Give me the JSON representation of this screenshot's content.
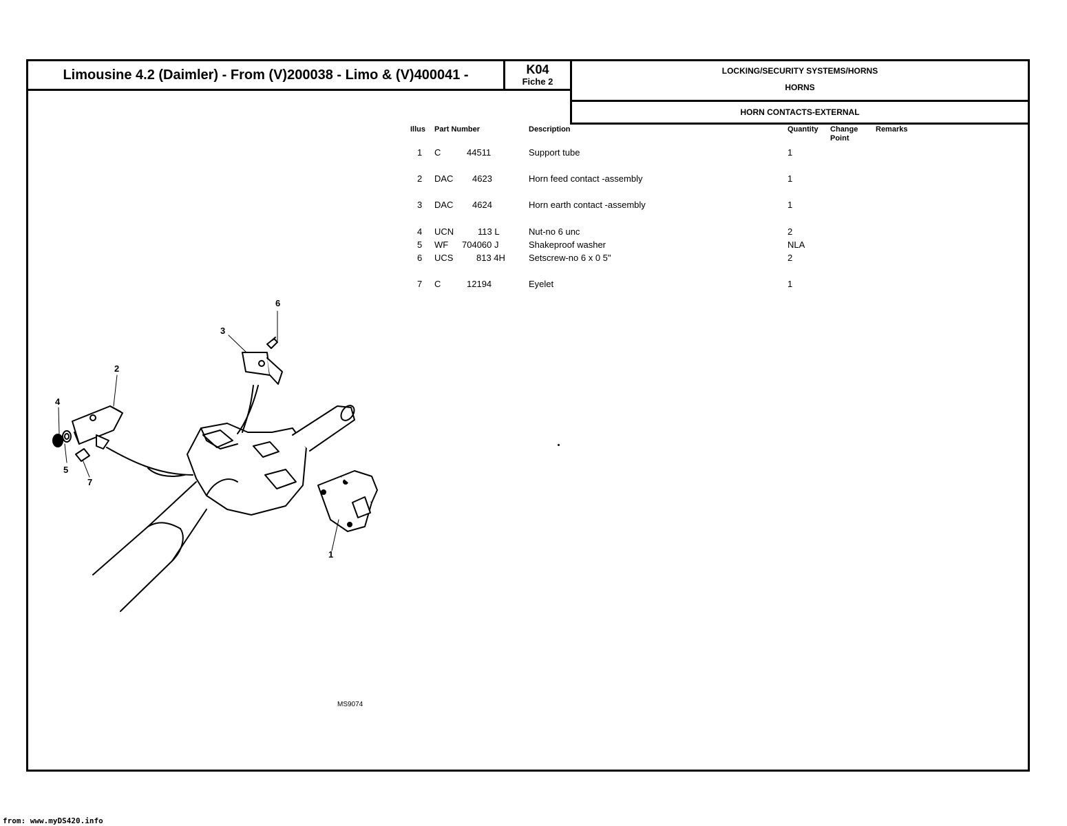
{
  "header": {
    "title": "Limousine 4.2 (Daimler) - From (V)200038 - Limo & (V)400041 -",
    "code": "K04",
    "fiche": "Fiche 2",
    "section": "LOCKING/SECURITY SYSTEMS/HORNS",
    "subsection": "HORNS",
    "group": "HORN CONTACTS-EXTERNAL"
  },
  "columns": {
    "illus": "Illus",
    "part_number": "Part Number",
    "description": "Description",
    "quantity": "Quantity",
    "change_point": "Change Point",
    "remarks": "Remarks"
  },
  "parts": [
    {
      "illus": "1",
      "prefix": "C",
      "number": "44511",
      "description": "Support tube",
      "quantity": "1"
    },
    {
      "illus": "2",
      "prefix": "DAC",
      "number": "4623",
      "description": "Horn feed contact -assembly",
      "quantity": "1"
    },
    {
      "illus": "3",
      "prefix": "DAC",
      "number": "4624",
      "description": "Horn earth contact -assembly",
      "quantity": "1"
    },
    {
      "illus": "4",
      "prefix": "UCN",
      "number": "113 L",
      "description": "Nut-no 6 unc",
      "quantity": "2"
    },
    {
      "illus": "5",
      "prefix": "WF",
      "number": "704060 J",
      "description": "Shakeproof washer",
      "quantity": "NLA"
    },
    {
      "illus": "6",
      "prefix": "UCS",
      "number": "813 4H",
      "description": "Setscrew-no 6 x 0 5\"",
      "quantity": "2"
    },
    {
      "illus": "7",
      "prefix": "C",
      "number": "12194",
      "description": "Eyelet",
      "quantity": "1"
    }
  ],
  "illustration": {
    "callouts": [
      "1",
      "2",
      "3",
      "4",
      "5",
      "6",
      "7"
    ],
    "code": "MS9074"
  },
  "footer": "from: www.myDS420.info"
}
